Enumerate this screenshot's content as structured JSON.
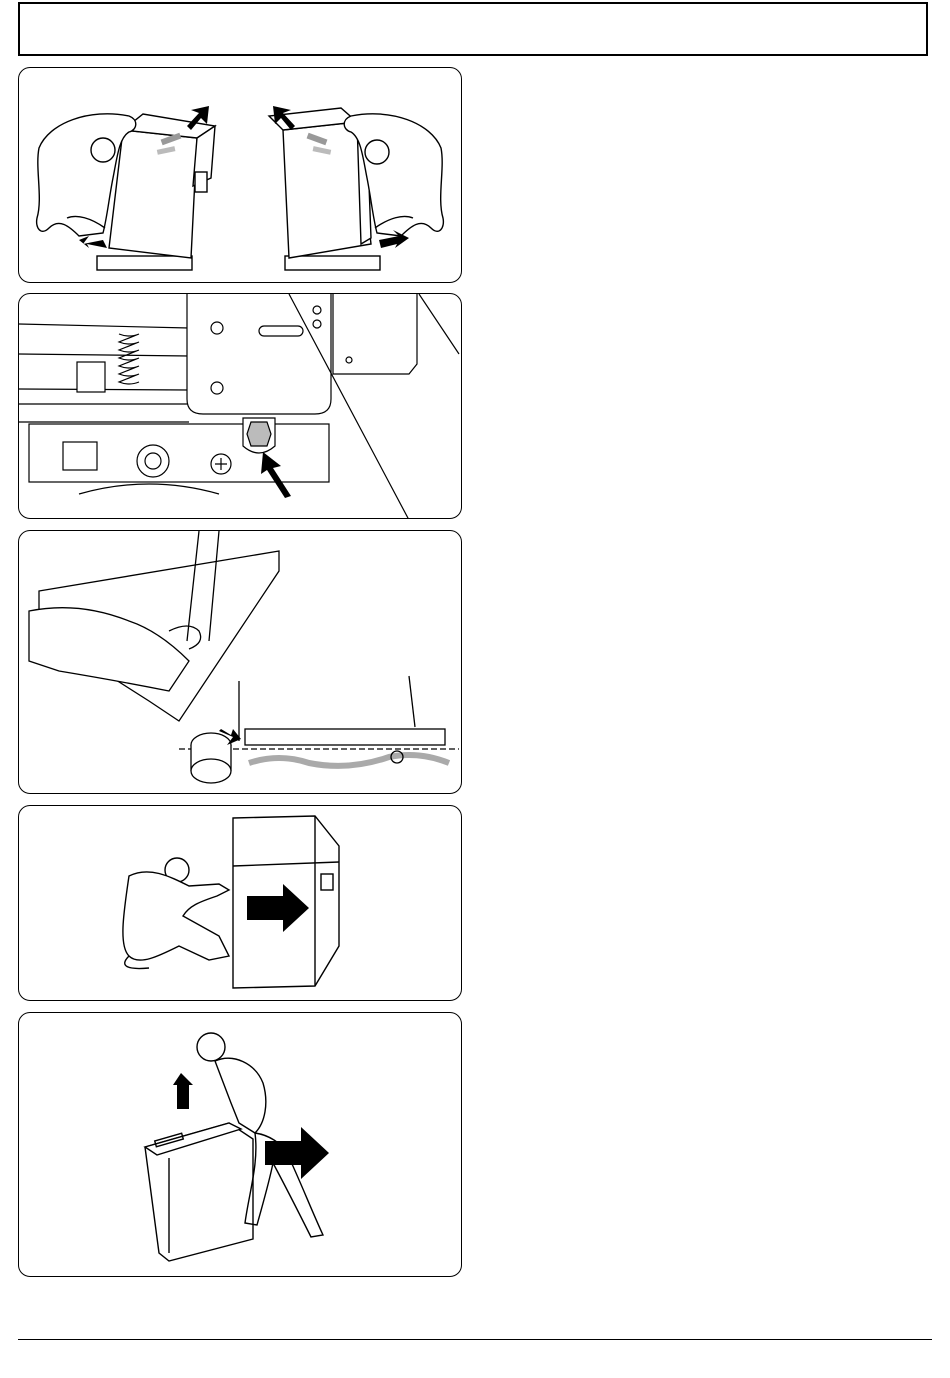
{
  "header": {
    "title": ""
  },
  "steps": [
    {
      "id": 1,
      "caption": ""
    },
    {
      "id": 2,
      "caption": ""
    },
    {
      "id": 3,
      "caption": ""
    },
    {
      "id": 4,
      "caption": ""
    },
    {
      "id": 5,
      "caption": ""
    }
  ],
  "instructions": {
    "text": ""
  },
  "footer": {
    "page_number": ""
  }
}
